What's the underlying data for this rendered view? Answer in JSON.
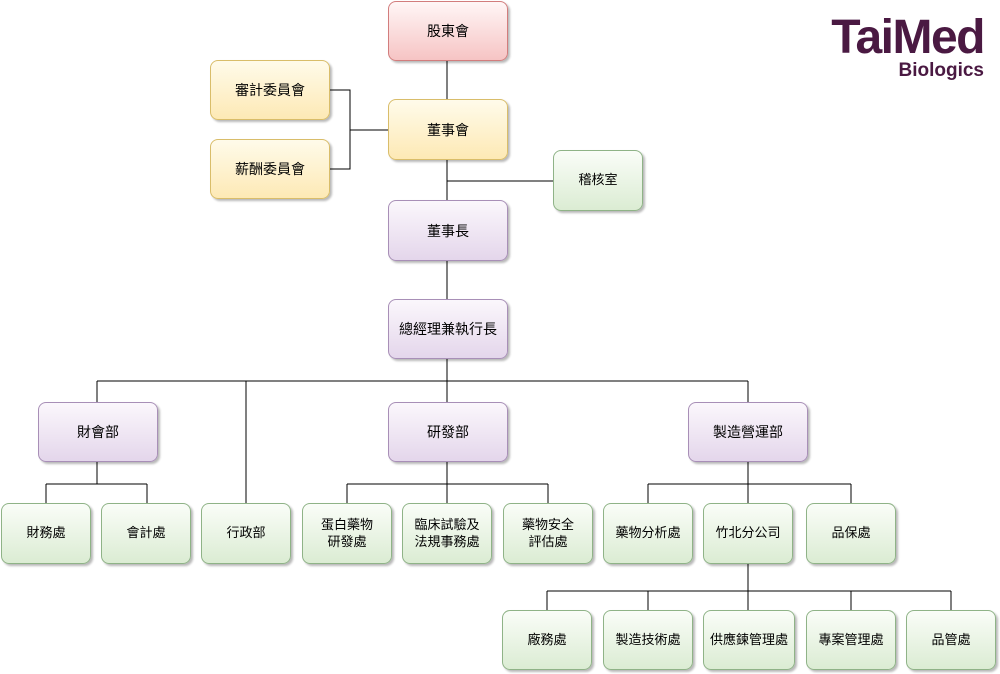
{
  "logo": {
    "line1": "TaiMed",
    "line2": "Biologics"
  },
  "nodes": {
    "shareholders": "股東會",
    "audit_committee": "審計委員會",
    "compensation_committee": "薪酬委員會",
    "board": "董事會",
    "internal_audit": "稽核室",
    "chairman": "董事長",
    "ceo": "總經理兼執行長",
    "finance_dept": "財會部",
    "rd_dept": "研發部",
    "mfg_dept": "製造營運部",
    "finance_office": "財務處",
    "accounting_office": "會計處",
    "admin_dept": "行政部",
    "protein_rd": [
      "蛋白藥物",
      "研發處"
    ],
    "clinical_regulatory": [
      "臨床試驗及",
      "法規事務處"
    ],
    "drug_safety": [
      "藥物安全",
      "評估處"
    ],
    "drug_analysis": "藥物分析處",
    "zhubei_branch": "竹北分公司",
    "qa_office": "品保處",
    "plant_affairs": "廠務處",
    "mfg_technology": "製造技術處",
    "supply_chain": "供應鍊管理處",
    "project_mgmt": "專案管理處",
    "qc_office": "品管處"
  }
}
